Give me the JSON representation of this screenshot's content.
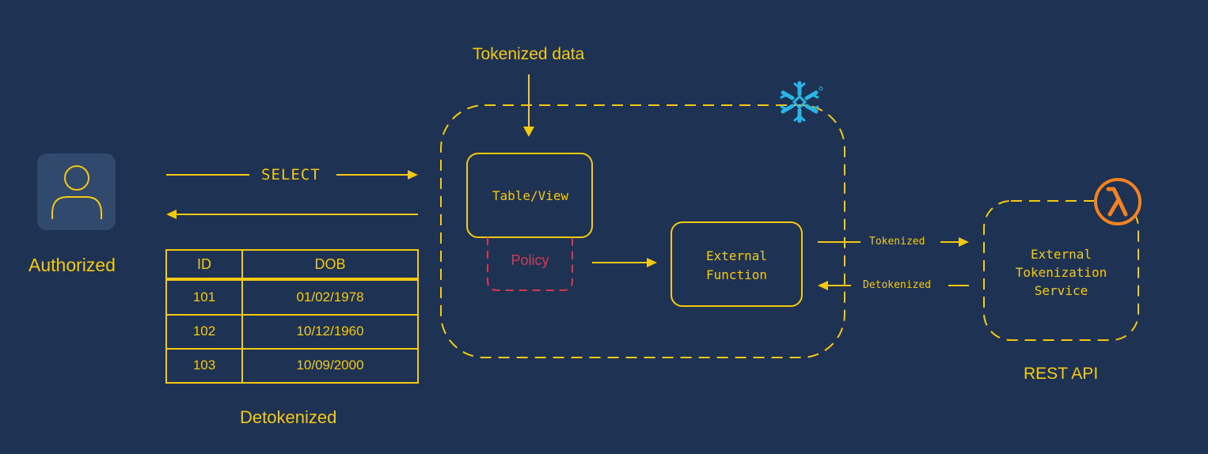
{
  "colors": {
    "background": "#1e3354",
    "accent": "#f6c90e",
    "policy": "#e0364b",
    "snowflake": "#29b5e8",
    "lambda": "#f58220",
    "user_tile": "#31496c"
  },
  "labels": {
    "tokenized_data": "Tokenized data",
    "select": "SELECT",
    "authorized": "Authorized",
    "detokenized_caption": "Detokenized",
    "table_view": "Table/View",
    "policy": "Policy",
    "external_function": [
      "External",
      "Function"
    ],
    "tokenized_arrow": "Tokenized",
    "detokenized_arrow": "Detokenized",
    "tokenization_service": [
      "External",
      "Tokenization",
      "Service"
    ],
    "rest_api": "REST API"
  },
  "icons": {
    "user": "user-icon",
    "snowflake": "snowflake-logo",
    "lambda": "aws-lambda-logo"
  },
  "result_table": {
    "headers": [
      "ID",
      "DOB"
    ],
    "rows": [
      [
        "101",
        "01/02/1978"
      ],
      [
        "102",
        "10/12/1960"
      ],
      [
        "103",
        "10/09/2000"
      ]
    ]
  }
}
